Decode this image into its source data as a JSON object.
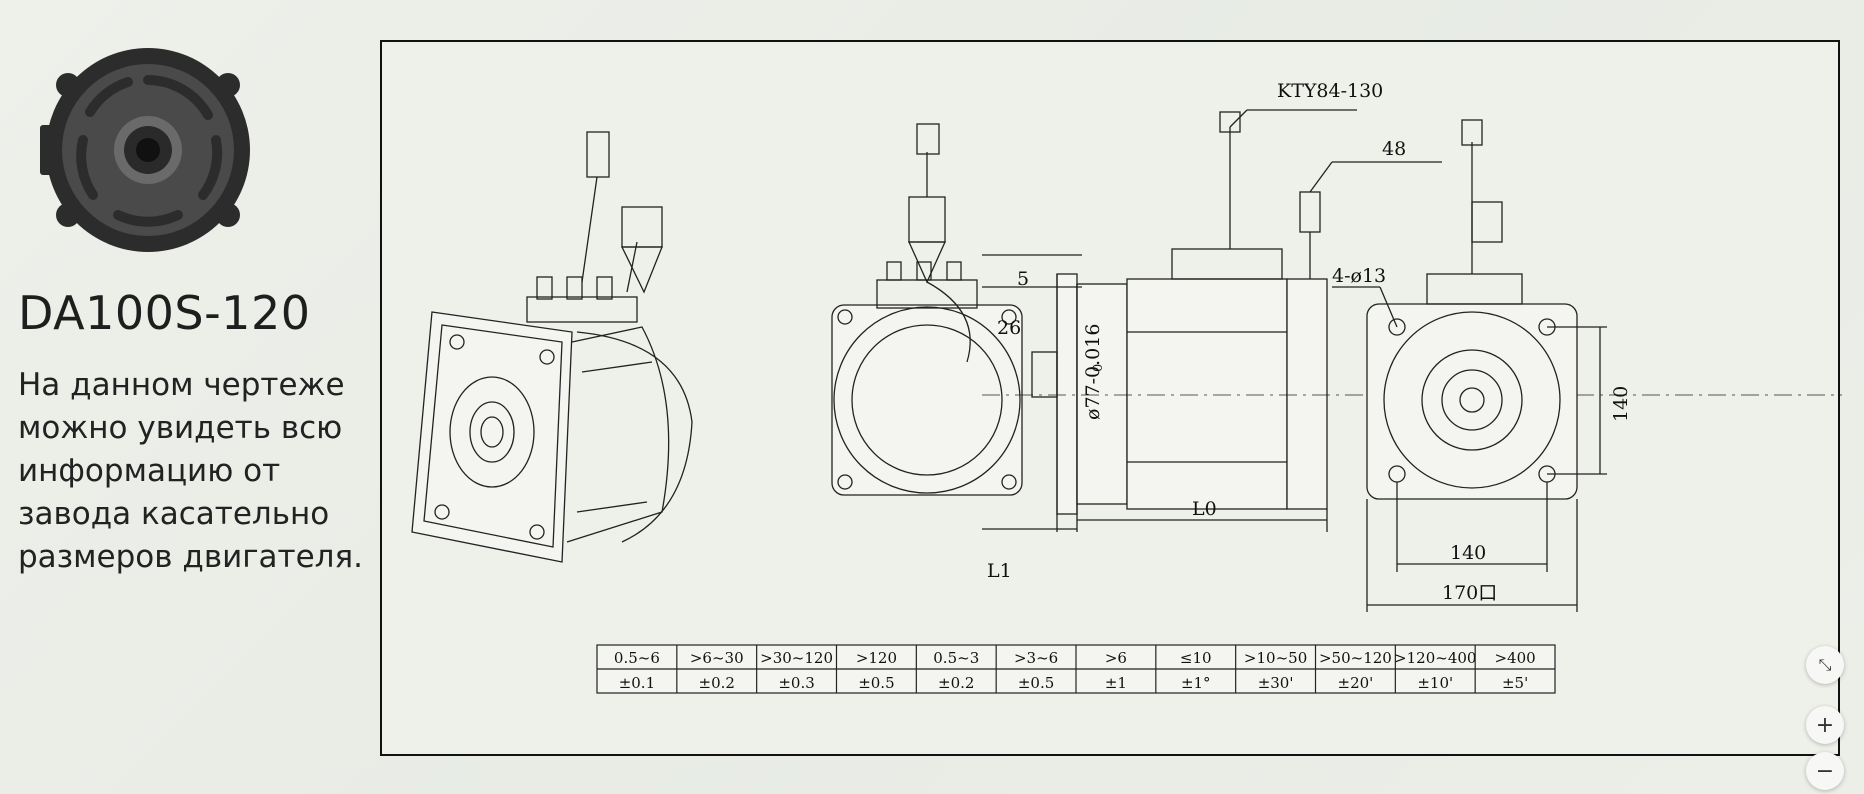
{
  "product": {
    "model": "DA100S-120",
    "description": "На данном чертеже можно увидеть всю информацию от завода касательно размеров двигателя."
  },
  "drawing": {
    "labels": {
      "sensor": "KTY84-130",
      "connector": "48",
      "holes": "4-ø13",
      "dim_5": "5",
      "dim_26": "26",
      "shaft": "ø77-0.016",
      "shaft_top": "0",
      "l0": "L0",
      "l1": "L1",
      "dim_140_v": "140",
      "dim_140_h": "140",
      "dim_170": "170口"
    },
    "tolerance_table": {
      "ranges": [
        "0.5~6",
        ">6~30",
        ">30~120",
        ">120",
        "0.5~3",
        ">3~6",
        ">6",
        "≤10",
        ">10~50",
        ">50~120",
        ">120~400",
        ">400"
      ],
      "tolerances": [
        "±0.1",
        "±0.2",
        "±0.3",
        "±0.5",
        "±0.2",
        "±0.5",
        "±1",
        "±1°",
        "±30'",
        "±20'",
        "±10'",
        "±5'"
      ]
    }
  },
  "controls": {
    "fit": "⤡",
    "zoom_in": "+",
    "zoom_out": "−"
  }
}
